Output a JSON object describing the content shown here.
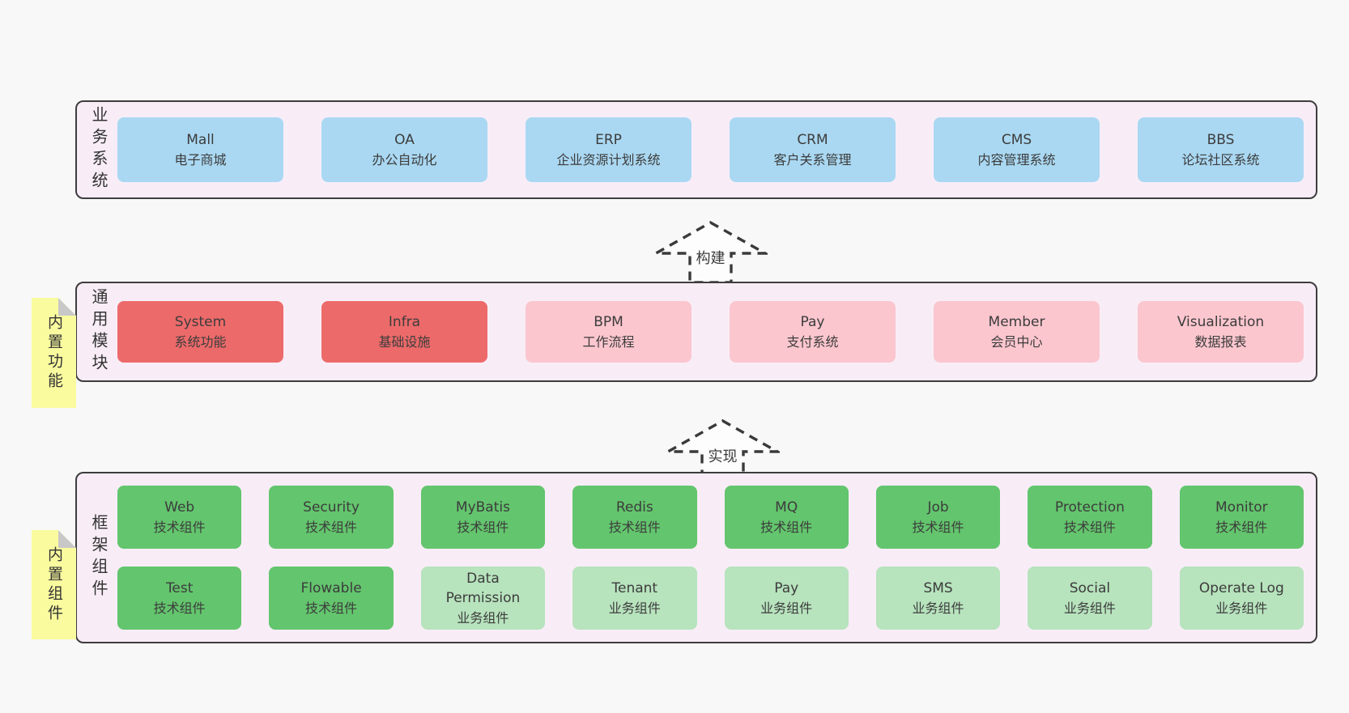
{
  "colors": {
    "page_bg": "#f8f8f8",
    "panel_bg": "#f8edf7",
    "panel_border": "#3d3d3d",
    "blue": "#aad8f2",
    "red": "#ed6a6a",
    "pink": "#fbc6ce",
    "green": "#63c56d",
    "lgreen": "#b7e3bd",
    "note_yellow": "#fafb9e",
    "note_fold": "#c8c8c8",
    "text": "#3c3c3c"
  },
  "sections": {
    "business": {
      "label": "业务系统",
      "boxes": [
        {
          "title": "Mall",
          "subtitle": "电子商城",
          "variant": "blue"
        },
        {
          "title": "OA",
          "subtitle": "办公自动化",
          "variant": "blue"
        },
        {
          "title": "ERP",
          "subtitle": "企业资源计划系统",
          "variant": "blue"
        },
        {
          "title": "CRM",
          "subtitle": "客户关系管理",
          "variant": "blue"
        },
        {
          "title": "CMS",
          "subtitle": "内容管理系统",
          "variant": "blue"
        },
        {
          "title": "BBS",
          "subtitle": "论坛社区系统",
          "variant": "blue"
        }
      ]
    },
    "modules": {
      "label": "通用模块",
      "note": "内置功能",
      "boxes": [
        {
          "title": "System",
          "subtitle": "系统功能",
          "variant": "red"
        },
        {
          "title": "Infra",
          "subtitle": "基础设施",
          "variant": "red"
        },
        {
          "title": "BPM",
          "subtitle": "工作流程",
          "variant": "pink"
        },
        {
          "title": "Pay",
          "subtitle": "支付系统",
          "variant": "pink"
        },
        {
          "title": "Member",
          "subtitle": "会员中心",
          "variant": "pink"
        },
        {
          "title": "Visualization",
          "subtitle": "数据报表",
          "variant": "pink"
        }
      ]
    },
    "framework": {
      "label": "框架组件",
      "note": "内置组件",
      "rows": [
        [
          {
            "title": "Web",
            "subtitle": "技术组件",
            "variant": "green"
          },
          {
            "title": "Security",
            "subtitle": "技术组件",
            "variant": "green"
          },
          {
            "title": "MyBatis",
            "subtitle": "技术组件",
            "variant": "green"
          },
          {
            "title": "Redis",
            "subtitle": "技术组件",
            "variant": "green"
          },
          {
            "title": "MQ",
            "subtitle": "技术组件",
            "variant": "green"
          },
          {
            "title": "Job",
            "subtitle": "技术组件",
            "variant": "green"
          },
          {
            "title": "Protection",
            "subtitle": "技术组件",
            "variant": "green"
          },
          {
            "title": "Monitor",
            "subtitle": "技术组件",
            "variant": "green"
          }
        ],
        [
          {
            "title": "Test",
            "subtitle": "技术组件",
            "variant": "green"
          },
          {
            "title": "Flowable",
            "subtitle": "技术组件",
            "variant": "green"
          },
          {
            "title": "Data Permission",
            "subtitle": "业务组件",
            "variant": "lgreen"
          },
          {
            "title": "Tenant",
            "subtitle": "业务组件",
            "variant": "lgreen"
          },
          {
            "title": "Pay",
            "subtitle": "业务组件",
            "variant": "lgreen"
          },
          {
            "title": "SMS",
            "subtitle": "业务组件",
            "variant": "lgreen"
          },
          {
            "title": "Social",
            "subtitle": "业务组件",
            "variant": "lgreen"
          },
          {
            "title": "Operate Log",
            "subtitle": "业务组件",
            "variant": "lgreen"
          }
        ]
      ]
    }
  },
  "arrows": [
    {
      "label": "构建"
    },
    {
      "label": "实现"
    }
  ]
}
